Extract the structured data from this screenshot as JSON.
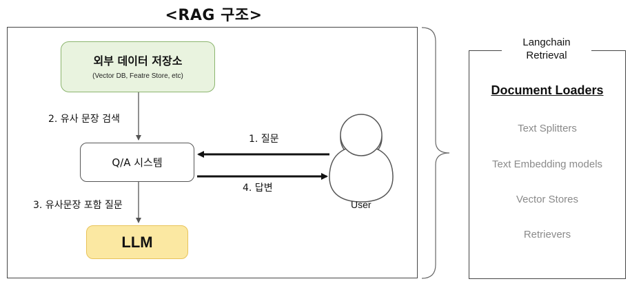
{
  "title": "<RAG 구조>",
  "diagram": {
    "store": {
      "title": "외부 데이터 저장소",
      "subtitle": "(Vector DB, Featre Store, etc)"
    },
    "qa_system": "Q/A 시스템",
    "llm": "LLM",
    "user": "User",
    "edges": {
      "search": "2. 유사 문장 검색",
      "question": "1. 질문",
      "answer": "4. 답변",
      "prompt": "3. 유사문장 포함 질문"
    }
  },
  "panel": {
    "title_line1": "Langchain",
    "title_line2": "Retrieval",
    "main": "Document Loaders",
    "items": [
      "Text Splitters",
      "Text Embedding models",
      "Vector Stores",
      "Retrievers"
    ]
  }
}
